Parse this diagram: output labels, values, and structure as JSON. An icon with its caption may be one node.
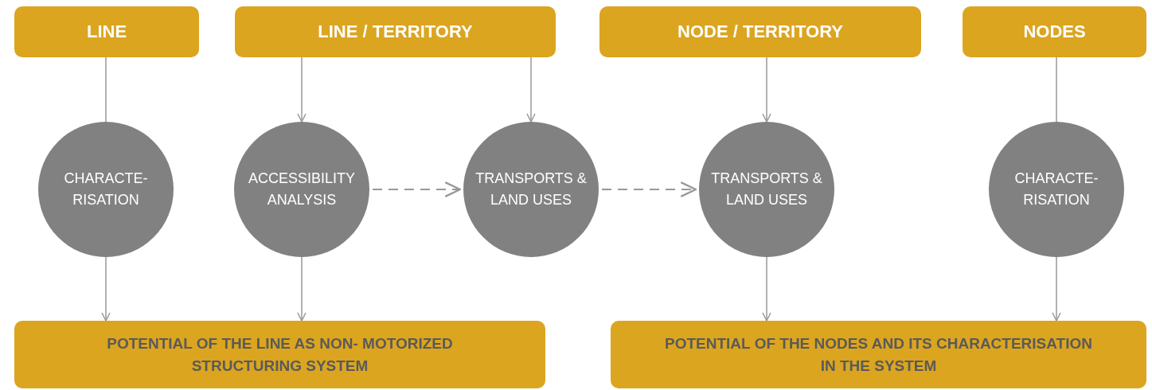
{
  "diagram": {
    "nodes": [
      {
        "text": [
          "LINE"
        ]
      },
      {
        "text": [
          "LINE / TERRITORY"
        ]
      },
      {
        "text": [
          "NODE / TERRITORY"
        ]
      },
      {
        "text": [
          "NODES"
        ]
      },
      {
        "text": [
          "CHARACTE- RISATION"
        ]
      },
      {
        "text": [
          "ACCESSIBILITY ANALYSIS"
        ]
      },
      {
        "text": [
          "TRANSPORTS & LAND USES"
        ]
      },
      {
        "text": [
          "TRANSPORTS & LAND USES"
        ]
      },
      {
        "text": [
          "CHARACTE- RISATION"
        ]
      },
      {
        "text": [
          "POTENTIAL OF THE LINE AS NON- MOTORIZED STRUCTURING SYSTEM"
        ]
      },
      {
        "text": [
          "POTENTIAL OF THE NODES AND ITS CHARACTERISATION IN THE SYSTEM"
        ]
      }
    ],
    "edges": [
      {
        "from": 0,
        "to": 4,
        "arrow": "none"
      },
      {
        "from": 1,
        "to": 5,
        "arrow": "to"
      },
      {
        "from": 1,
        "to": 6,
        "arrow": "to"
      },
      {
        "from": 2,
        "to": 7,
        "arrow": "to"
      },
      {
        "from": 3,
        "to": 8,
        "arrow": "none"
      },
      {
        "from": 5,
        "to": 6,
        "arrow": "to",
        "style": "dashed"
      },
      {
        "from": 6,
        "to": 7,
        "arrow": "to",
        "style": "dashed"
      },
      {
        "from": 4,
        "to": 9,
        "arrow": "to"
      },
      {
        "from": 5,
        "to": 9,
        "arrow": "to"
      },
      {
        "from": 7,
        "to": 10,
        "arrow": "to"
      },
      {
        "from": 8,
        "to": 10,
        "arrow": "to"
      }
    ]
  }
}
